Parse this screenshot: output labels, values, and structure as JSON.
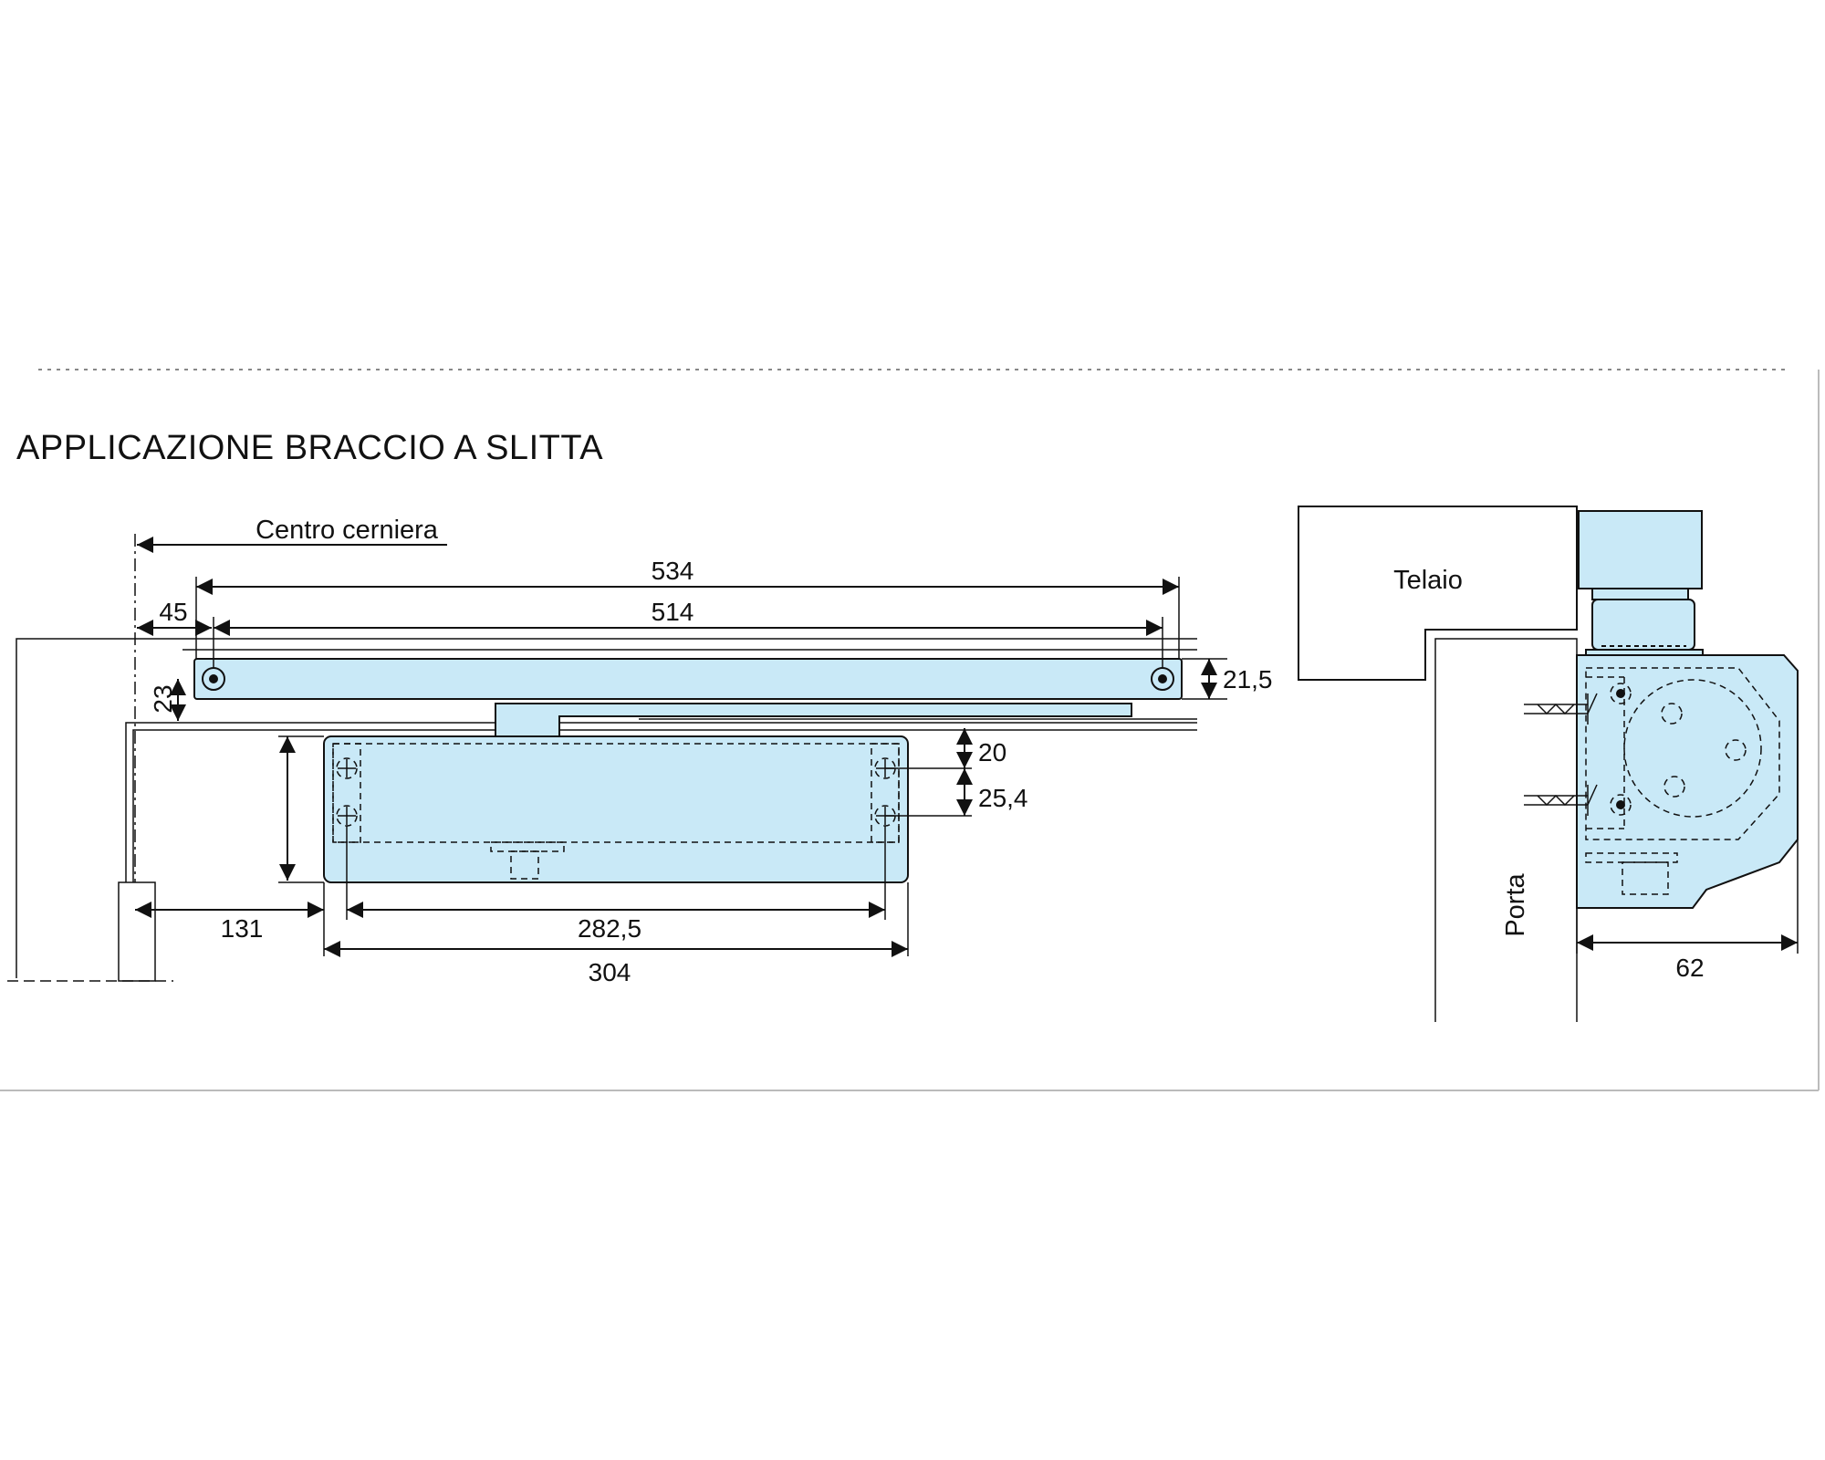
{
  "title": "APPLICAZIONE BRACCIO A SLITTA",
  "labels": {
    "hinge_center": "Centro cerniera",
    "frame": "Telaio",
    "door": "Porta"
  },
  "dimensions": {
    "total_length": "534",
    "rail_hole_spacing": "514",
    "hinge_offset": "45",
    "rail_drop": "23",
    "rail_height": "21,5",
    "body_top_gap": "20",
    "body_hole_spacing_v": "25,4",
    "body_offset": "131",
    "body_hole_spacing_h": "282,5",
    "body_length": "304",
    "side_depth": "62"
  },
  "colors": {
    "body_fill": "#c9e9f7",
    "line": "#111111"
  }
}
